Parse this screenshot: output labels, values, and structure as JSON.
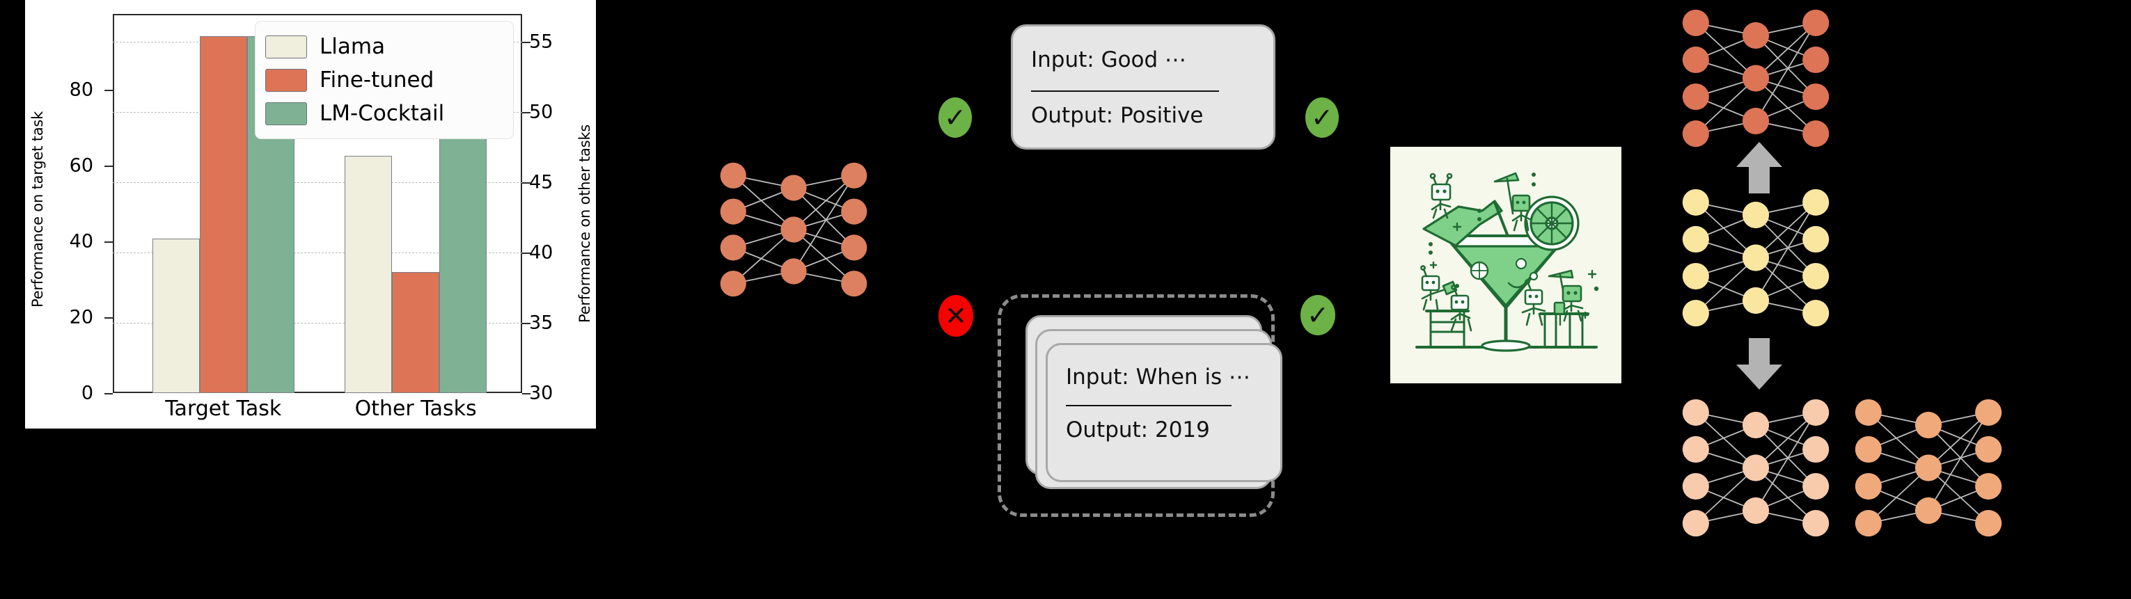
{
  "chart_data": {
    "type": "bar",
    "title": "",
    "categories": [
      "Target Task",
      "Other Tasks"
    ],
    "series": [
      {
        "name": "Llama",
        "color": "#f0eedc",
        "values": [
          40.8,
          46.9
        ]
      },
      {
        "name": "Fine-tuned",
        "color": "#dd7455",
        "values": [
          94.2,
          38.6
        ]
      },
      {
        "name": "LM-Cocktail",
        "color": "#7fb294",
        "values": [
          94.2,
          48.2
        ]
      }
    ],
    "axes": {
      "left": {
        "label": "Performance on target task",
        "ticks": [
          0,
          20,
          40,
          60,
          80
        ],
        "lim": [
          0,
          100
        ],
        "applies_to": "Target Task"
      },
      "right": {
        "label": "Performance on other tasks",
        "ticks": [
          30,
          35,
          40,
          45,
          50,
          55
        ],
        "lim": [
          30,
          57
        ],
        "applies_to": "Other Tasks"
      }
    },
    "grid": true,
    "legend_position": "upper-right",
    "legend_entries": [
      "Llama",
      "Fine-tuned",
      "LM-Cocktail"
    ]
  },
  "chart": {
    "ylabel_left": "Performance on target task",
    "ylabel_right": "Performance on other tasks",
    "xticks": [
      "Target Task",
      "Other Tasks"
    ],
    "yticks_left": [
      "0",
      "20",
      "40",
      "60",
      "80"
    ],
    "yticks_right": [
      "30",
      "35",
      "40",
      "45",
      "50",
      "55"
    ],
    "legend": [
      {
        "label": "Llama",
        "color": "#f0eedc"
      },
      {
        "label": "Fine-tuned",
        "color": "#dd7455"
      },
      {
        "label": "LM-Cocktail",
        "color": "#7fb294"
      }
    ]
  },
  "diagram": {
    "base_model_net": {
      "name": "base-model-network",
      "color": "#dd8060"
    },
    "cards": {
      "positive": {
        "input": "Input: Good ⋯",
        "output": "Output: Positive",
        "status_left": "✓",
        "status_right": "✓"
      },
      "qa": {
        "input": "Input: When is ⋯",
        "output": "Output: 2019",
        "status_left": "✕",
        "status_right": "✓"
      }
    },
    "badges": {
      "check": "✓",
      "cross": "✕",
      "check_color": "#6cb246",
      "cross_color": "#f70000"
    },
    "cocktail": {
      "name": "lm-cocktail-illustration",
      "bg": "#f7f8ec",
      "line_color": "#1f6b33",
      "fill_color": "#7fd18a"
    },
    "networks": [
      {
        "name": "fine-tuned-network",
        "color": "#dd7455",
        "position": "top-right"
      },
      {
        "name": "base-llama-network",
        "color": "#fbe6a0",
        "position": "mid-right"
      },
      {
        "name": "merged-network-a",
        "color": "#f7cbac",
        "position": "bottom-right-left"
      },
      {
        "name": "merged-network-b",
        "color": "#f0a97a",
        "position": "bottom-right-right"
      }
    ],
    "arrows": [
      {
        "name": "arrow-up",
        "direction": "up",
        "color": "#b3b3b3"
      },
      {
        "name": "arrow-down",
        "direction": "down",
        "color": "#b3b3b3"
      },
      {
        "name": "chevron-right",
        "direction": "right",
        "color": "#000000"
      }
    ]
  }
}
